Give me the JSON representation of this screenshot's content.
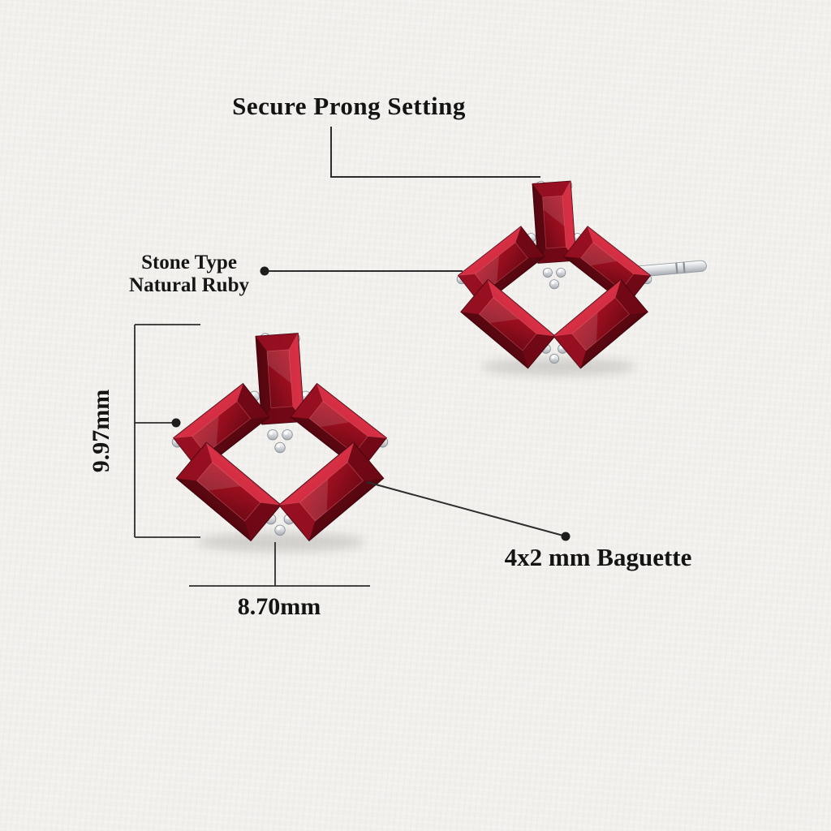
{
  "scene": {
    "subject": "ruby baguette chevron stud earrings",
    "earring_count": 2,
    "stones_per_earring": 5
  },
  "annotations": {
    "title": "Secure Prong Setting",
    "stone_type_label": "Stone Type",
    "stone_type_value": "Natural Ruby",
    "height_measurement": "9.97mm",
    "width_measurement": "8.70mm",
    "stone_size_label": "4x2 mm Baguette"
  },
  "colors": {
    "background": "#f3f2ef",
    "annotation_line": "#2d2d2d",
    "text": "#141414",
    "ruby_bright": "#c81530",
    "ruby_dark": "#7e0b1a",
    "metal_silver": "#c9ccd1"
  }
}
